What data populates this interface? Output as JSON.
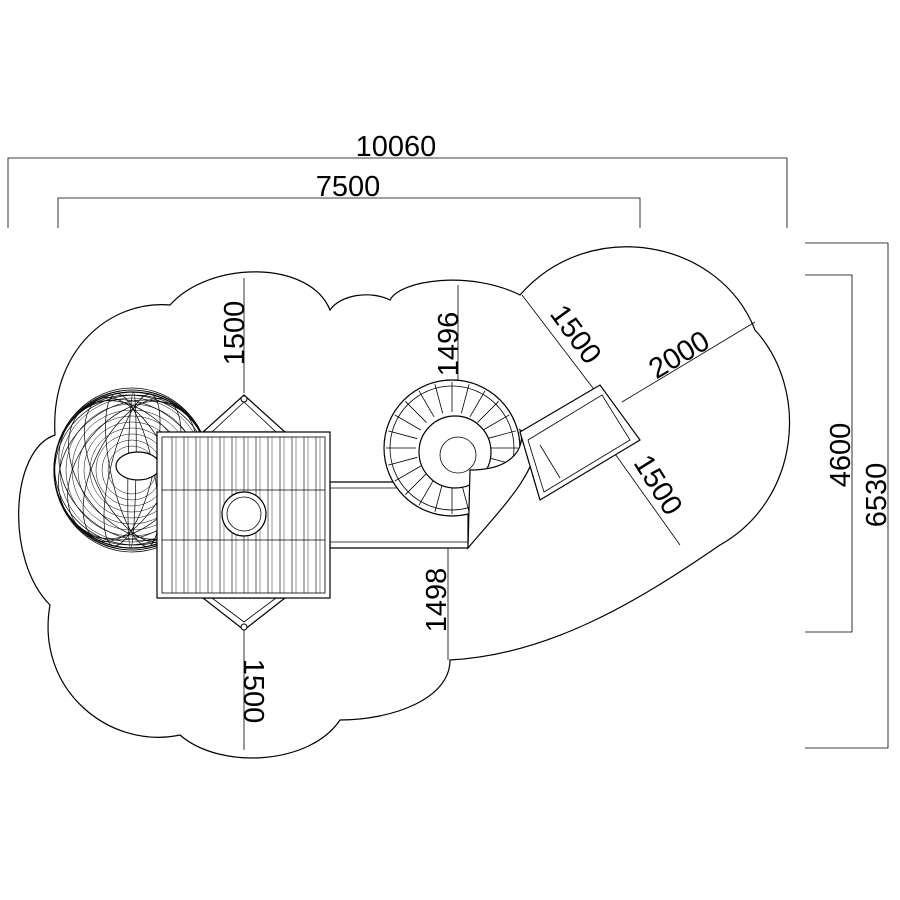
{
  "drawing": {
    "line_color": "#000000",
    "background_color": "#ffffff"
  },
  "dimensions": {
    "overall_width": "10060",
    "equipment_width": "7500",
    "overall_depth": "6530",
    "equipment_depth": "4600",
    "clearance_top_left": "1500",
    "clearance_top_middle": "1496",
    "clearance_bottom_left": "1500",
    "clearance_bottom_middle": "1498",
    "clearance_slide_upper": "1500",
    "clearance_slide_exit": "2000",
    "clearance_slide_side": "1500"
  }
}
